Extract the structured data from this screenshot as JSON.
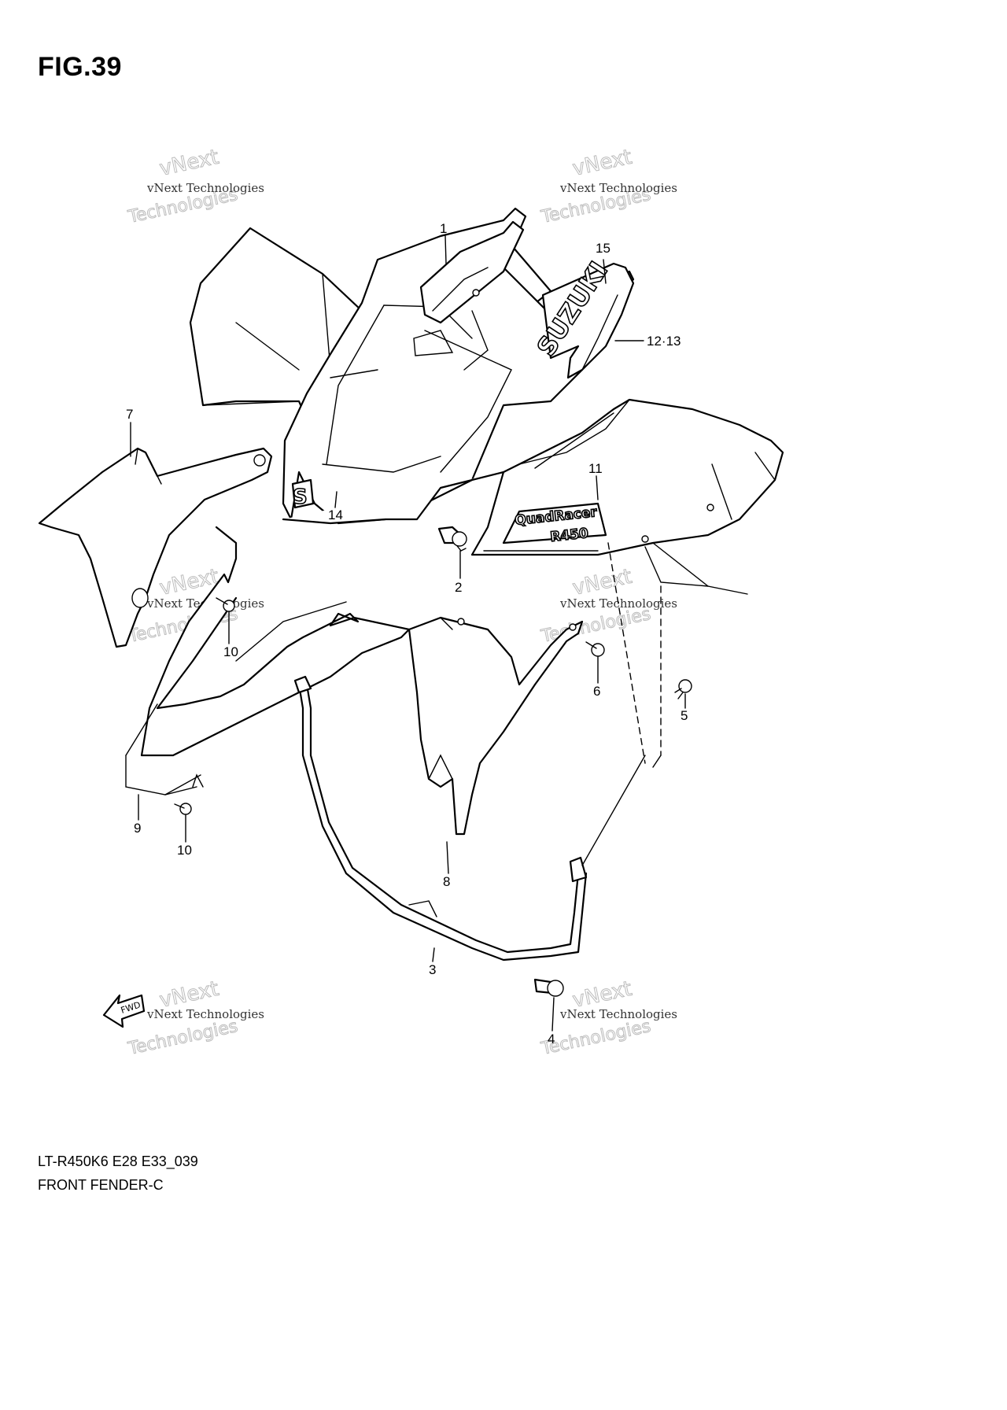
{
  "figure": {
    "title": "FIG.39"
  },
  "callouts": [
    {
      "id": "c1",
      "label": "1"
    },
    {
      "id": "c15",
      "label": "15"
    },
    {
      "id": "c1213",
      "label": "12·13"
    },
    {
      "id": "c7",
      "label": "7"
    },
    {
      "id": "c11",
      "label": "11"
    },
    {
      "id": "c14",
      "label": "14"
    },
    {
      "id": "c2",
      "label": "2"
    },
    {
      "id": "c10a",
      "label": "10"
    },
    {
      "id": "c6",
      "label": "6"
    },
    {
      "id": "c5",
      "label": "5"
    },
    {
      "id": "c9",
      "label": "9"
    },
    {
      "id": "c10b",
      "label": "10"
    },
    {
      "id": "c8",
      "label": "8"
    },
    {
      "id": "c3",
      "label": "3"
    },
    {
      "id": "c4",
      "label": "4"
    }
  ],
  "watermark": {
    "line1": "vNext Technologies",
    "line2": "vNext",
    "line3": "Technologies"
  },
  "decals": {
    "brand": "SUZUKI",
    "model_top": "QuadRacer",
    "model_bottom": "R450",
    "s_logo": "S"
  },
  "fwd_label": "FWD",
  "footer": {
    "code": "LT-R450K6  E28  E33_039",
    "name": "FRONT FENDER-C"
  }
}
